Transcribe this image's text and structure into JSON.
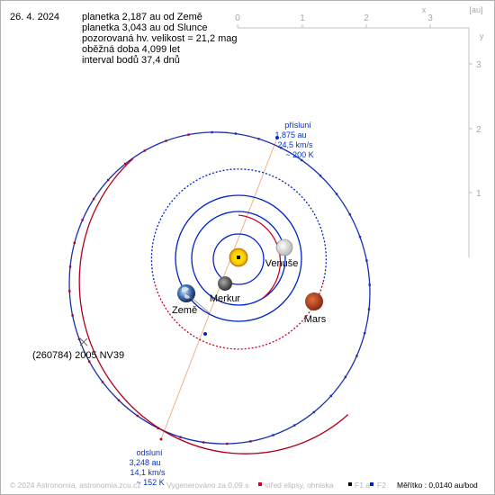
{
  "info": {
    "date": "26. 4. 2024",
    "lines": [
      "planetka 2,187 au od Země",
      "planetka 3,043 au od Slunce",
      "pozorovaná hv. velikost = 21,2 mag",
      "oběžná doba 4,099 let",
      "interval bodů 37,4 dnů"
    ]
  },
  "axes": {
    "top_ticks": [
      "0",
      "1",
      "2",
      "3"
    ],
    "top_letter": "x",
    "unit": "[au]",
    "right_ticks": [
      "3",
      "2",
      "1"
    ],
    "right_letter": "y"
  },
  "bodies": {
    "venus": "Venuše",
    "mercury": "Merkur",
    "earth": "Země",
    "mars": "Mars",
    "asteroid": "(260784) 2005 NV39"
  },
  "perihelion": {
    "title": "přísluní",
    "distance": "1,875 au",
    "speed": "24,5 km/s",
    "temp": "~ 200 K"
  },
  "aphelion": {
    "title": "odsluní",
    "distance": "3,248 au",
    "speed": "14,1 km/s",
    "temp": "~ 152 K"
  },
  "footer": {
    "copyright": "© 2024 Astronomia, astronomia.zcu.cz",
    "generated": "Vygenerováno za 0,09 s",
    "center": "střed elipsy, ohniska",
    "f1": "F1 a",
    "f2": "F2",
    "scale": "Měřítko : 0,0140 au/bod"
  },
  "colors": {
    "orbit_blue": "#0022cc",
    "orbit_red": "#cc0022",
    "line_of_apsides": "#f0b088",
    "asteroid_upper": "#1a2fb0",
    "asteroid_lower": "#b00018",
    "footer_gray": "#b8b8b8"
  }
}
